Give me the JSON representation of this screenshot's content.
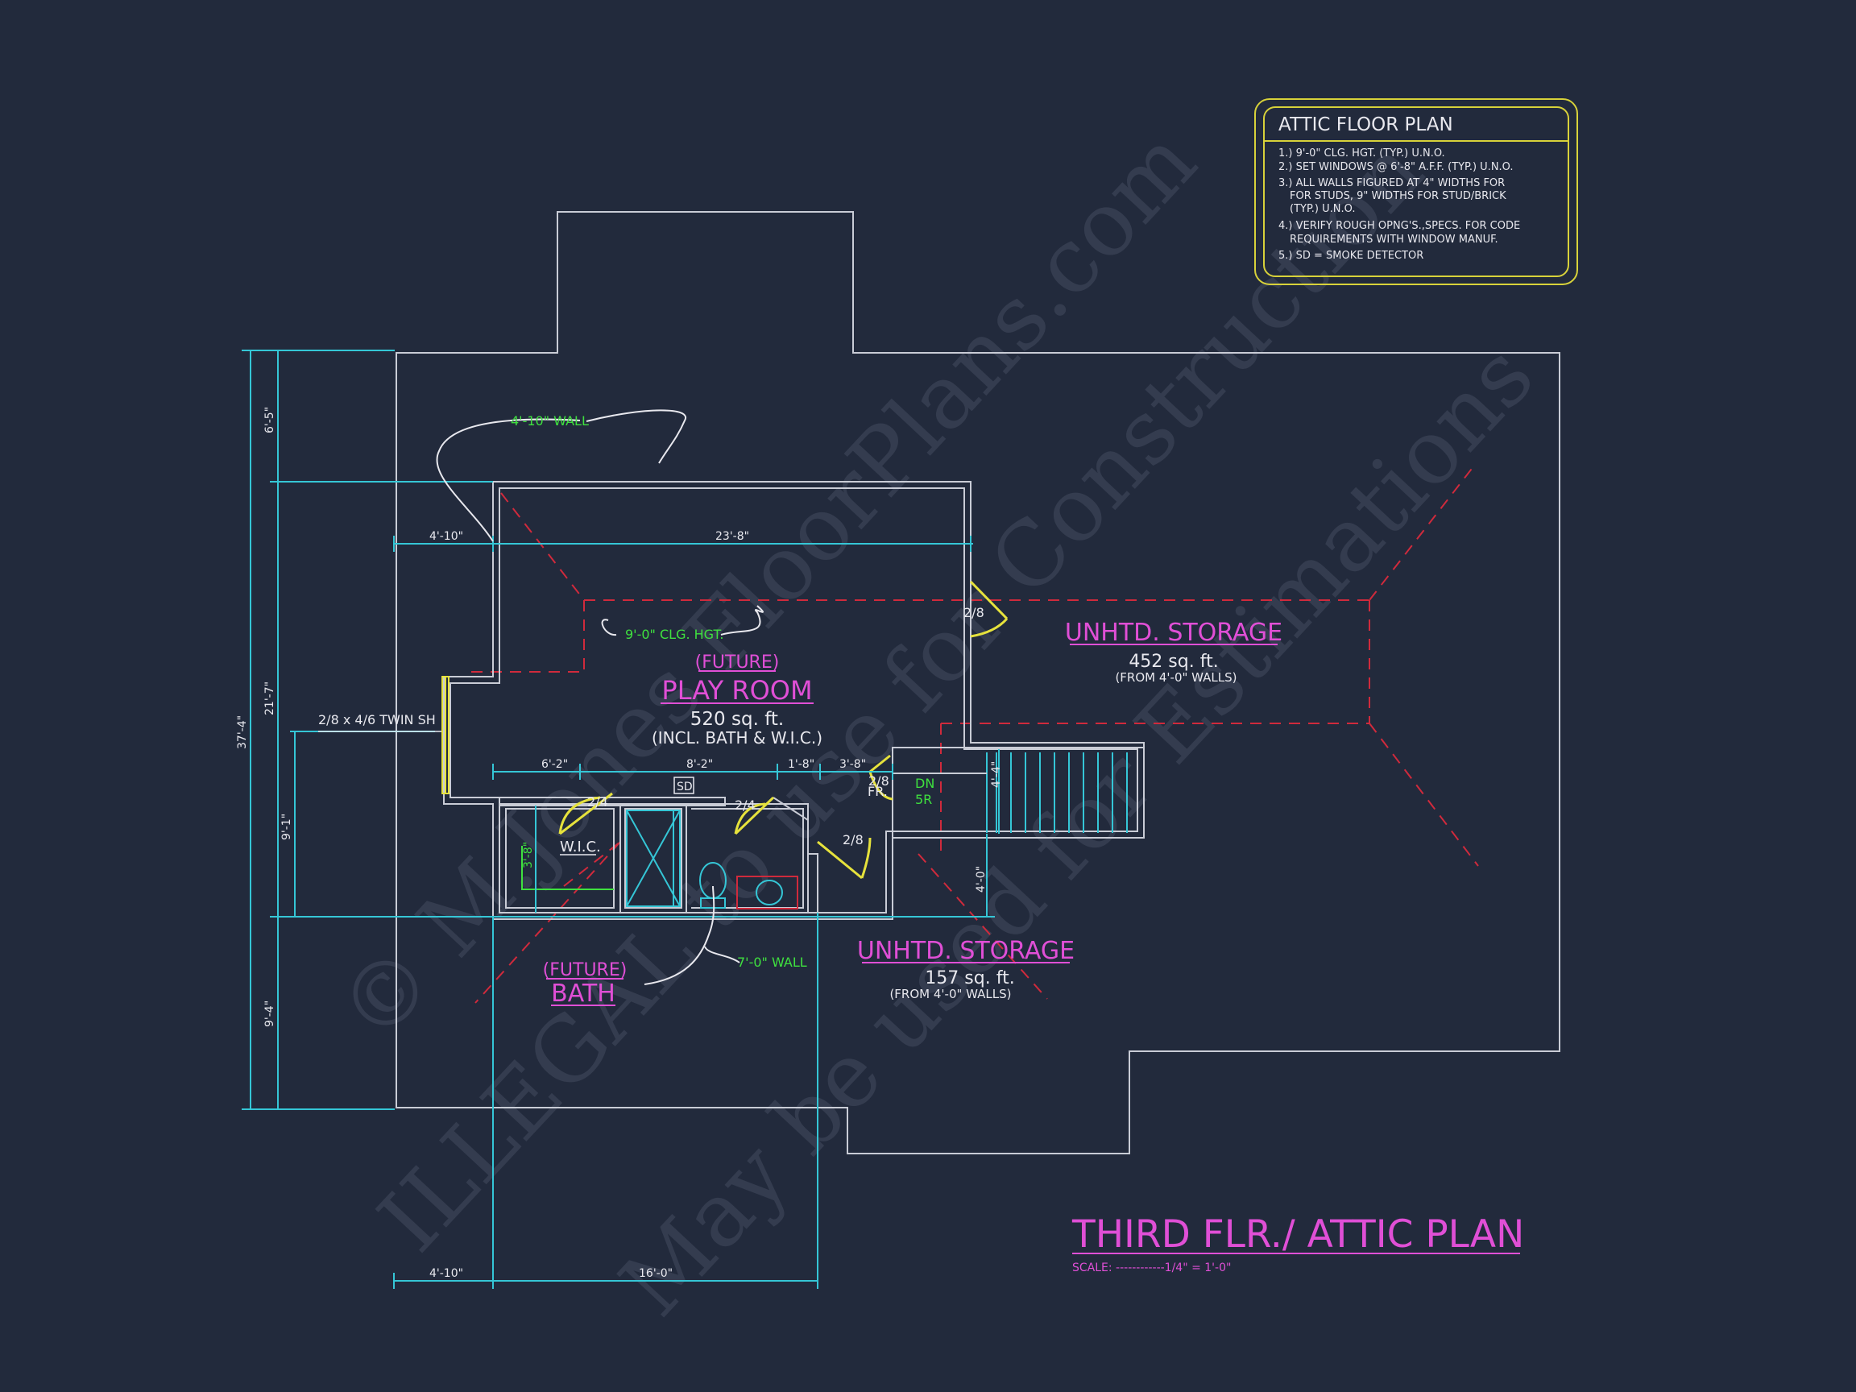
{
  "notes": {
    "title": "ATTIC FLOOR PLAN",
    "items": [
      "1.) 9'-0\"  CLG. HGT. (TYP.) U.N.O.",
      "2.) SET WINDOWS @ 6'-8\" A.F.F. (TYP.) U.N.O.",
      "3.) ALL WALLS FIGURED AT 4\" WIDTHS FOR",
      "FOR STUDS, 9\" WIDTHS FOR STUD/BRICK",
      "(TYP.) U.N.O.",
      "4.) VERIFY ROUGH OPNG'S.,SPECS. FOR CODE",
      "REQUIREMENTS WITH WINDOW MANUF.",
      "5.) SD = SMOKE DETECTOR"
    ]
  },
  "rooms": {
    "play_room": {
      "future": "(FUTURE)",
      "name": "PLAY ROOM",
      "area": "520 sq. ft.",
      "note": "(INCL. BATH & W.I.C.)"
    },
    "storage_right": {
      "name": "UNHTD. STORAGE",
      "area": "452 sq. ft.",
      "note": "(FROM 4'-0\" WALLS)"
    },
    "storage_bottom": {
      "name": "UNHTD. STORAGE",
      "area": "157 sq. ft.",
      "note": "(FROM 4'-0\" WALLS)"
    },
    "bath": {
      "future": "(FUTURE)",
      "name": "BATH"
    },
    "wic": {
      "name": "W.I.C."
    }
  },
  "callouts": {
    "wall_top": "4'-10\" WALL",
    "clg_hgt": "9'-0\" CLG. HGT.",
    "wall_bottom": "7'-0\" WALL",
    "window": "2/8 x 4/6 TWIN SH",
    "smoke": "SD",
    "stair_dn": "DN",
    "stair_risers": "5R"
  },
  "doors": {
    "d1": "2/8",
    "d2": "2/4",
    "d3": "2/4",
    "d4": "2/8",
    "d5": "2/8",
    "d5b": "FR."
  },
  "dimensions": {
    "left_total": "37'-4\"",
    "left_a": "6'-5\"",
    "left_b": "21'-7\"",
    "left_c": "9'-1\"",
    "left_d": "9'-4\"",
    "top_a": "4'-10\"",
    "top_b": "23'-8\"",
    "mid_a": "6'-2\"",
    "mid_b": "8'-2\"",
    "mid_c": "1'-8\"",
    "mid_d": "3'-8\"",
    "wic_h": "3'-8\"",
    "stair_w": "4'-4\"",
    "stair_gap": "4'-0\"",
    "bottom_a": "4'-10\"",
    "bottom_b": "16'-0\""
  },
  "title_block": {
    "title": "THIRD FLR./ ATTIC PLAN",
    "scale": "SCALE: ------------1/4\" = 1'-0\""
  },
  "watermark": {
    "line1": "© M.Jones FloorPlans.com",
    "line2": "ILLEGAL to use for Construction",
    "line3": "May be used for Estimations"
  },
  "colors": {
    "background": "#222a3c",
    "wall": "#c9ccd6",
    "dimension": "#35c6d6",
    "annotation": "#e04fd6",
    "callout": "#3fe03f",
    "door": "#e6e23c",
    "hidden": "#d02a3c",
    "notes_border": "#d8d23a"
  }
}
